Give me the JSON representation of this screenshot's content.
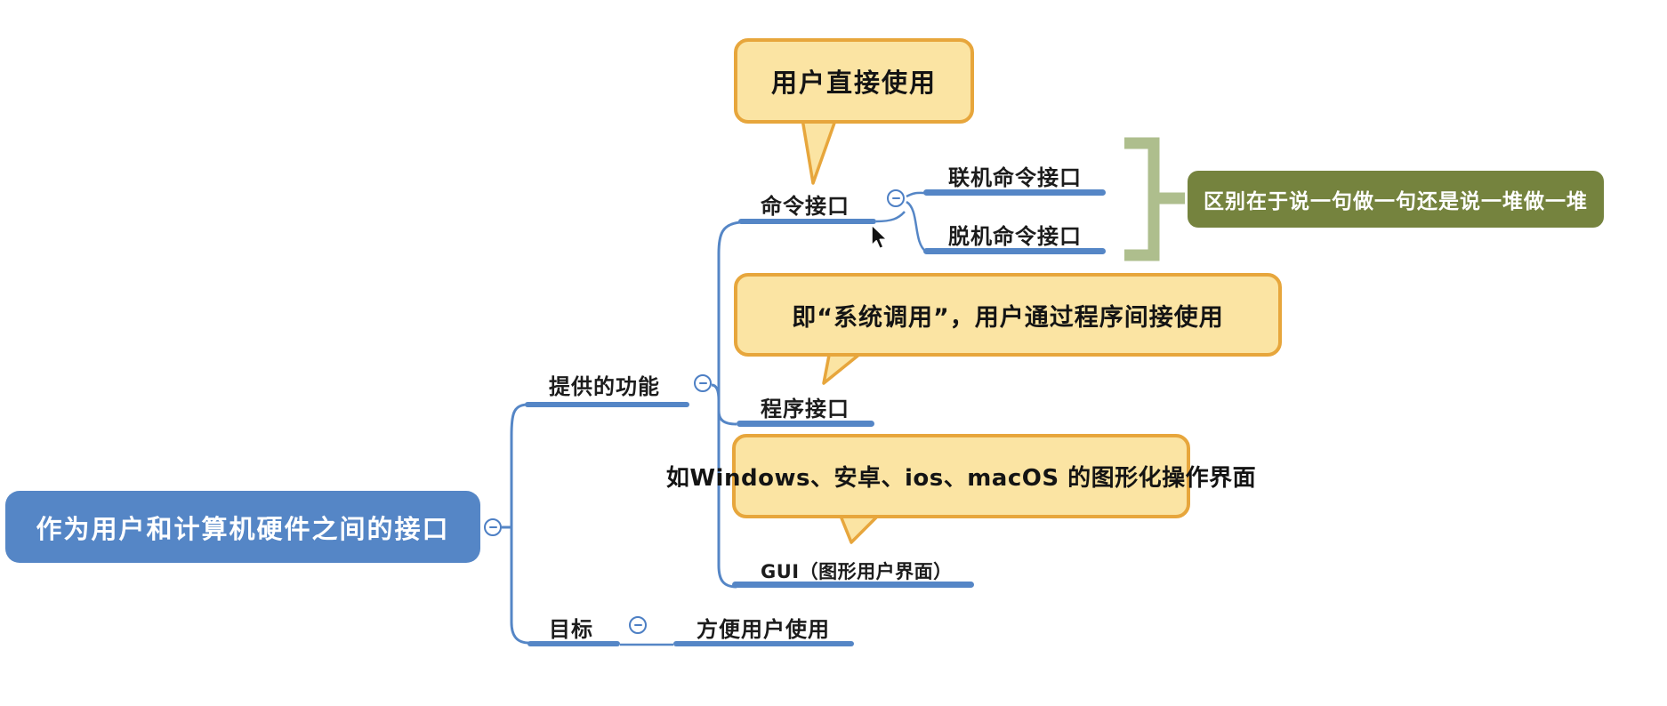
{
  "app": {
    "type": "mindmap",
    "background": "#ffffff"
  },
  "root": {
    "label": "作为用户和计算机硬件之间的接口"
  },
  "nodes": {
    "gongneng": {
      "label": "提供的功能"
    },
    "mubiao": {
      "label": "目标"
    },
    "fangbian": {
      "label": "方便用户使用"
    },
    "mingling": {
      "label": "命令接口"
    },
    "lianji": {
      "label": "联机命令接口"
    },
    "tuoji": {
      "label": "脱机命令接口"
    },
    "chengxu": {
      "label": "程序接口"
    },
    "gui": {
      "label": "GUI（图形用户界面）"
    }
  },
  "callouts": {
    "user_direct": {
      "text": "用户直接使用"
    },
    "syscall": {
      "text": "即“系统调用”，用户通过程序间接使用"
    },
    "gui_examples": {
      "text": "如Windows、安卓、ios、macOS 的图形化操作界面"
    }
  },
  "notes": {
    "difference": {
      "text": "区别在于说一句做一句还是说一堆做一堆"
    }
  },
  "icons": {
    "collapse_glyph": "−"
  },
  "colors": {
    "topic_blue": "#5586c6",
    "branch_line_blue": "#5586c6",
    "collapse_border_blue": "#4d7fc4",
    "callout_fill": "#fbe4a3",
    "callout_border": "#e7a63c",
    "note_green": "#75833e",
    "bracket_sage": "#aebe8d",
    "text_dark": "#1c1c1c",
    "text_white": "#ffffff"
  }
}
